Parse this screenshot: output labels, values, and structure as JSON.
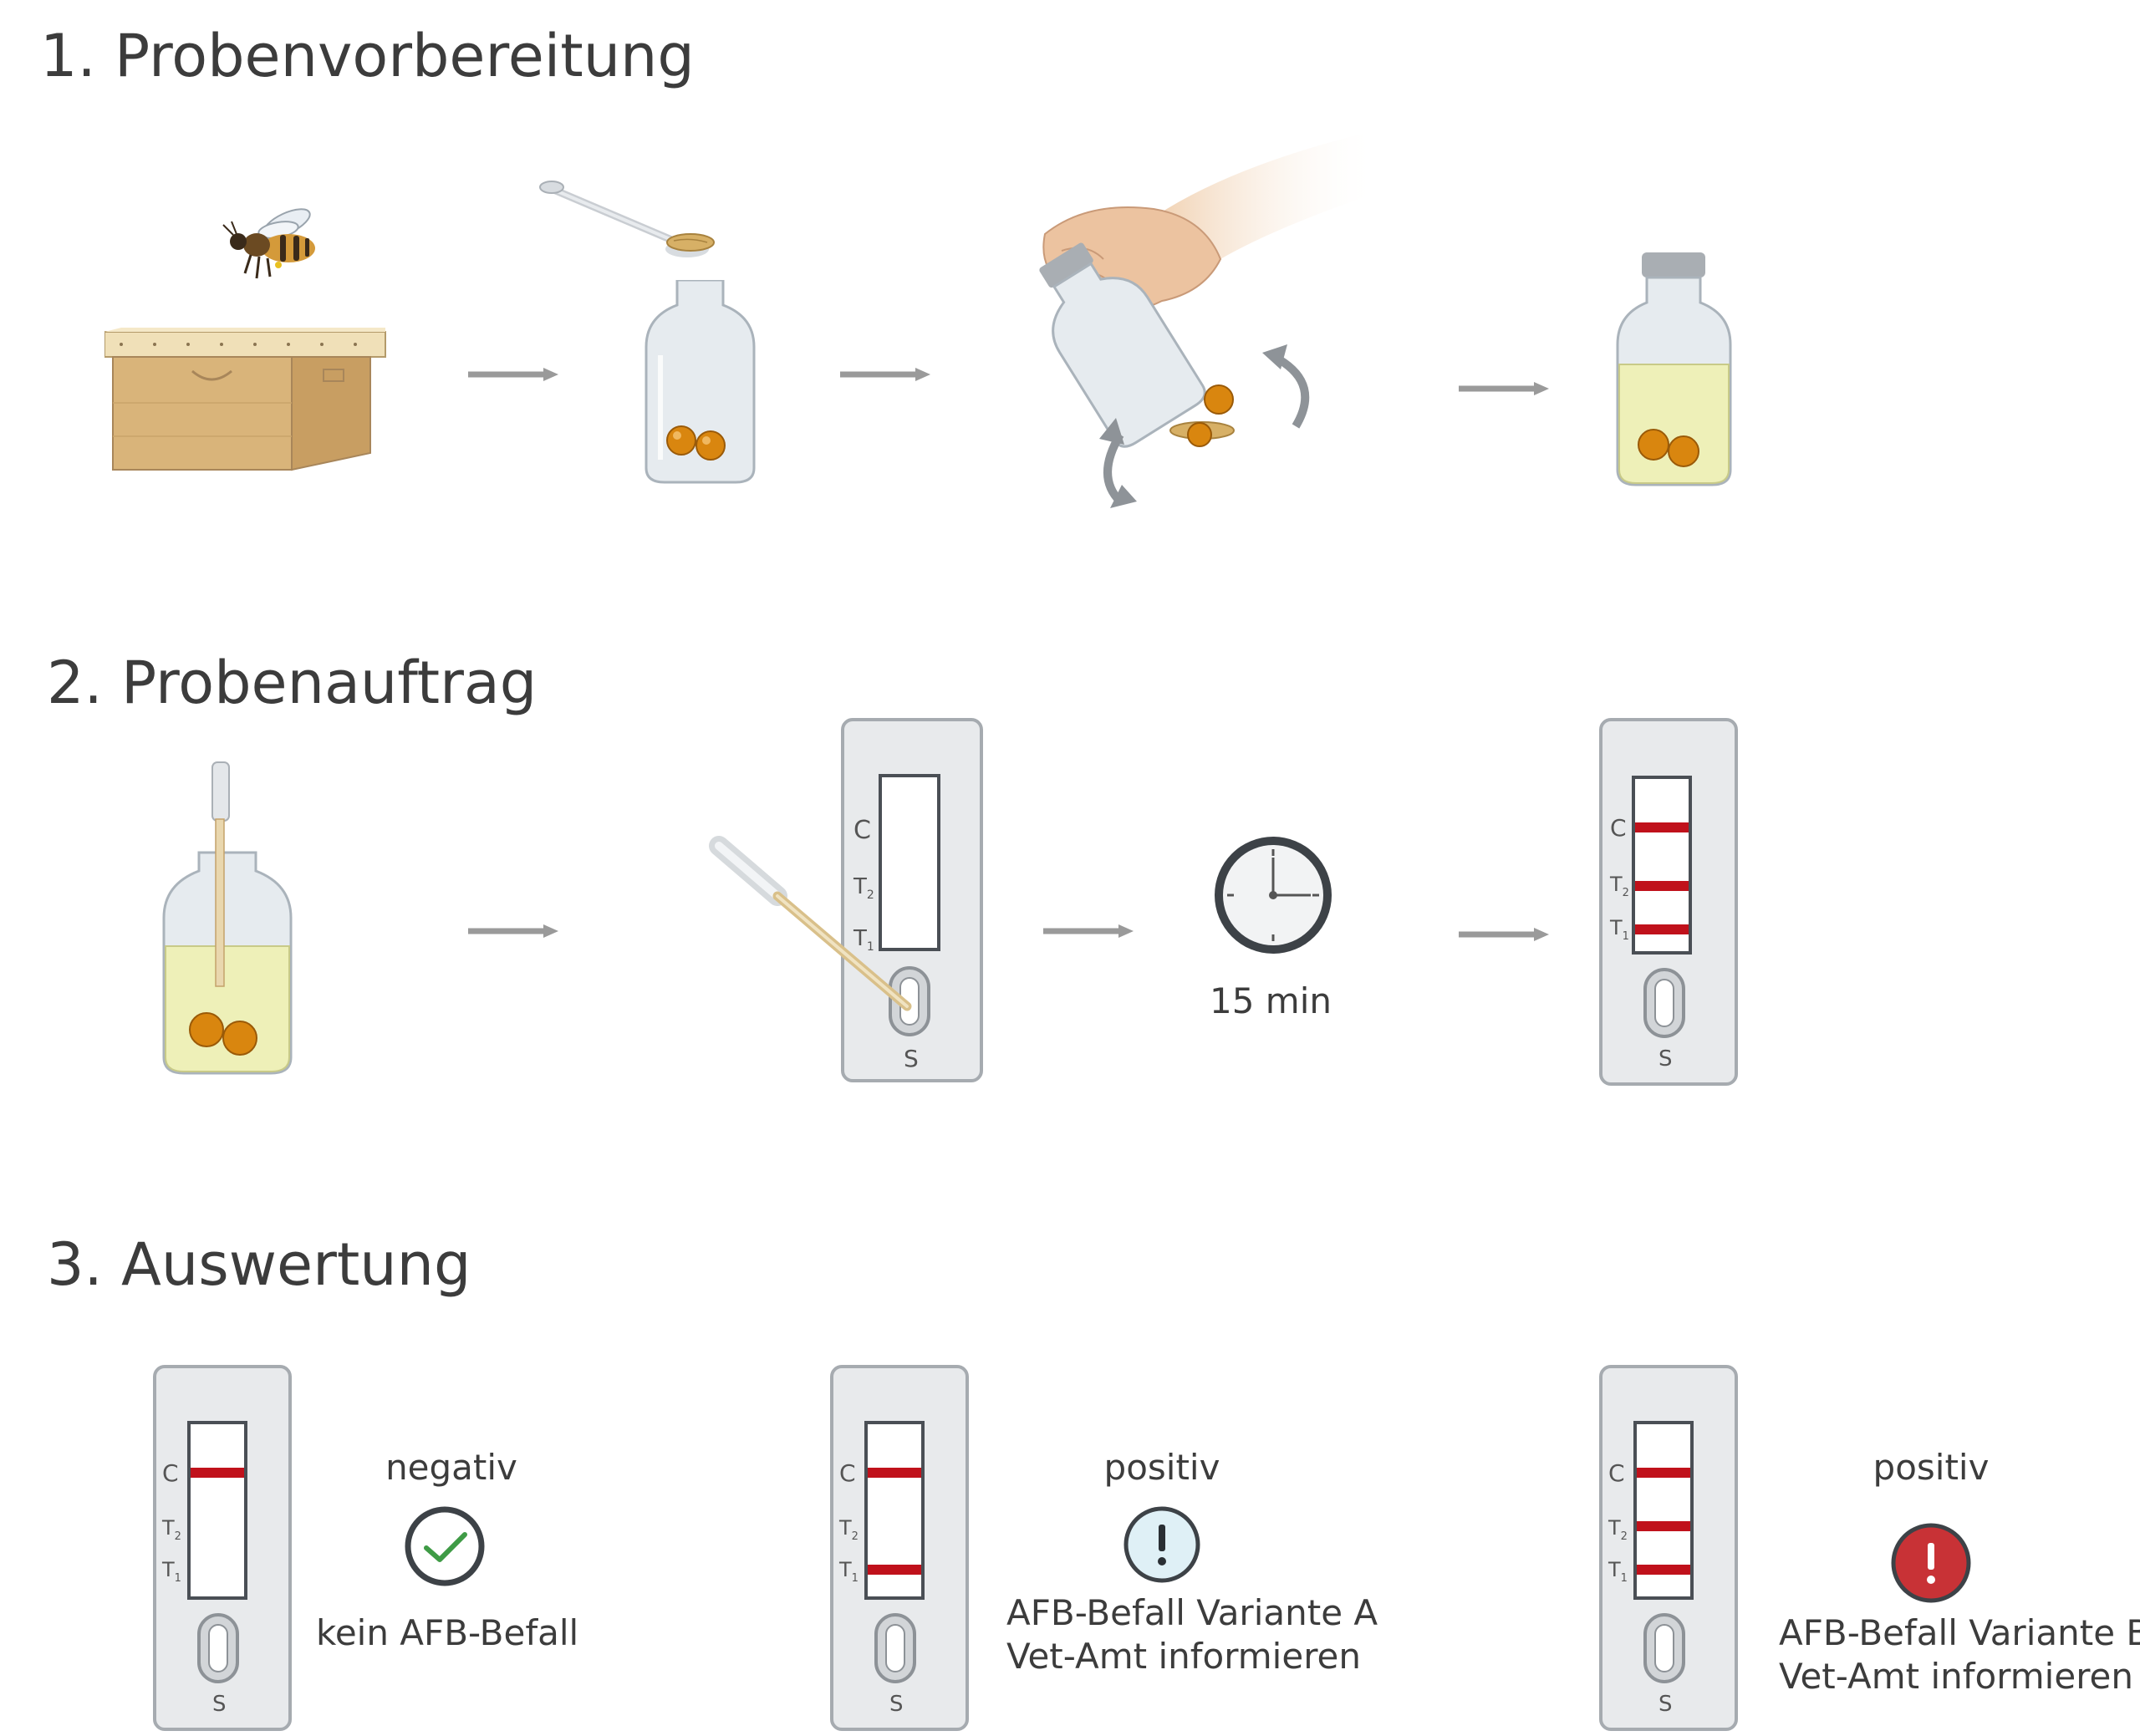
{
  "sections": [
    {
      "heading": "1. Probenvorbereitung"
    },
    {
      "heading": "2. Probenauftrag"
    },
    {
      "heading": "3. Auswertung"
    }
  ],
  "timer": {
    "label": "15 min"
  },
  "strip_marks": {
    "control": "C",
    "test2": "T",
    "test2_sub": "2",
    "test1": "T",
    "test1_sub": "1",
    "sample": "S"
  },
  "results": [
    {
      "title": "negativ",
      "lines": [
        "kein AFB-Befall"
      ],
      "icon": "check-icon"
    },
    {
      "title": "positiv",
      "lines": [
        "AFB-Befall Variante A",
        "Vet-Amt informieren"
      ],
      "icon": "info-exclamation-icon"
    },
    {
      "title": "positiv",
      "lines": [
        "AFB-Befall Variante B",
        "Vet-Amt informieren"
      ],
      "icon": "warning-exclamation-icon"
    }
  ],
  "icons": [
    "bee-icon",
    "beehive-box-icon",
    "spatula-icon",
    "vial-icon",
    "hand-shaking-icon",
    "rotate-arrow-icon",
    "pipette-icon",
    "test-strip-icon",
    "clock-icon",
    "arrow-right-icon"
  ],
  "colors": {
    "line_red": "#c0111b",
    "solution": "#eef0b8",
    "bead": "#d9860f",
    "check_green": "#3f9b46",
    "info_blue": "#dff0f6",
    "alert_red": "#c83236",
    "arrow_gray": "#9a9a9a"
  }
}
